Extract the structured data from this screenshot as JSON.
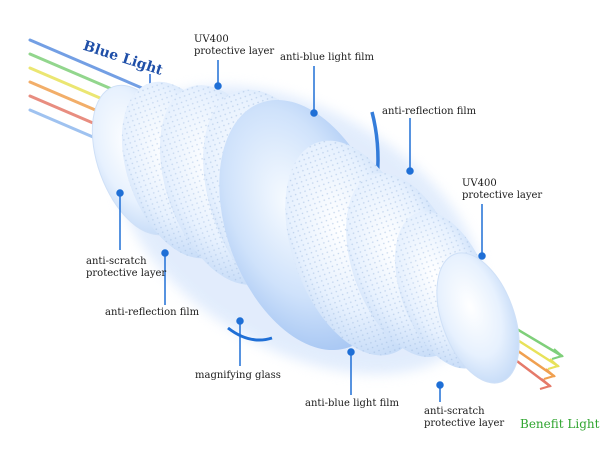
{
  "title_in": "Blue Light",
  "title_out": "Benefit Light",
  "labels": {
    "uv400_top": [
      "UV400",
      "protective layer"
    ],
    "anti_blue_top": [
      "anti-blue light film"
    ],
    "anti_reflection_top": [
      "anti-reflection film"
    ],
    "uv400_right": [
      "UV400",
      "protective layer"
    ],
    "anti_scratch_left": [
      "anti-scratch",
      "protective layer"
    ],
    "anti_reflection_bottom": [
      "anti-reflection film"
    ],
    "magnifying": [
      "magnifying glass"
    ],
    "anti_blue_bottom": [
      "anti-blue light film"
    ],
    "anti_scratch_right": [
      "anti-scratch",
      "protective layer"
    ]
  },
  "colors": {
    "blue_accent": "#1f6fd6",
    "lens_light": "#eaf3ff",
    "lens_mid": "#bcd6f7",
    "benefit_green": "#2fa52f"
  },
  "rays_in": [
    "#5b8fe0",
    "#7fcf7a",
    "#e8e25a",
    "#f0a050",
    "#e57a6a",
    "#8fb8ee"
  ],
  "rays_out": [
    "#7fcf7a",
    "#e8e25a",
    "#f0a050",
    "#e57a6a"
  ]
}
